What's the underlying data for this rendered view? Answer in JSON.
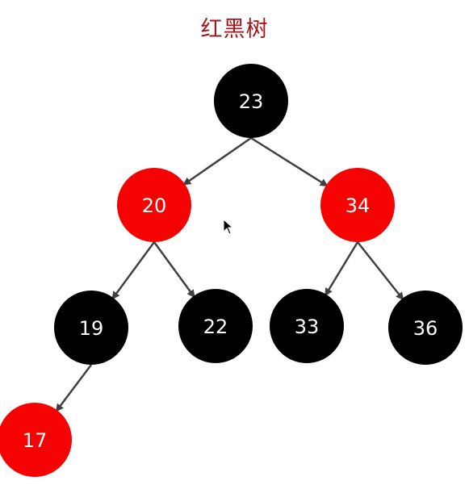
{
  "title": "红黑树",
  "colors": {
    "red": "#f50303",
    "black": "#000000",
    "edge": "#404040",
    "title": "#a3161c"
  },
  "nodes": [
    {
      "id": "n23",
      "value": "23",
      "color": "black"
    },
    {
      "id": "n20",
      "value": "20",
      "color": "red"
    },
    {
      "id": "n34",
      "value": "34",
      "color": "red"
    },
    {
      "id": "n19",
      "value": "19",
      "color": "black"
    },
    {
      "id": "n22",
      "value": "22",
      "color": "black"
    },
    {
      "id": "n33",
      "value": "33",
      "color": "black"
    },
    {
      "id": "n36",
      "value": "36",
      "color": "black"
    },
    {
      "id": "n17",
      "value": "17",
      "color": "red"
    }
  ],
  "edges": [
    {
      "from": "n23",
      "to": "n20"
    },
    {
      "from": "n23",
      "to": "n34"
    },
    {
      "from": "n20",
      "to": "n19"
    },
    {
      "from": "n20",
      "to": "n22"
    },
    {
      "from": "n34",
      "to": "n33"
    },
    {
      "from": "n34",
      "to": "n36"
    },
    {
      "from": "n19",
      "to": "n17"
    }
  ]
}
